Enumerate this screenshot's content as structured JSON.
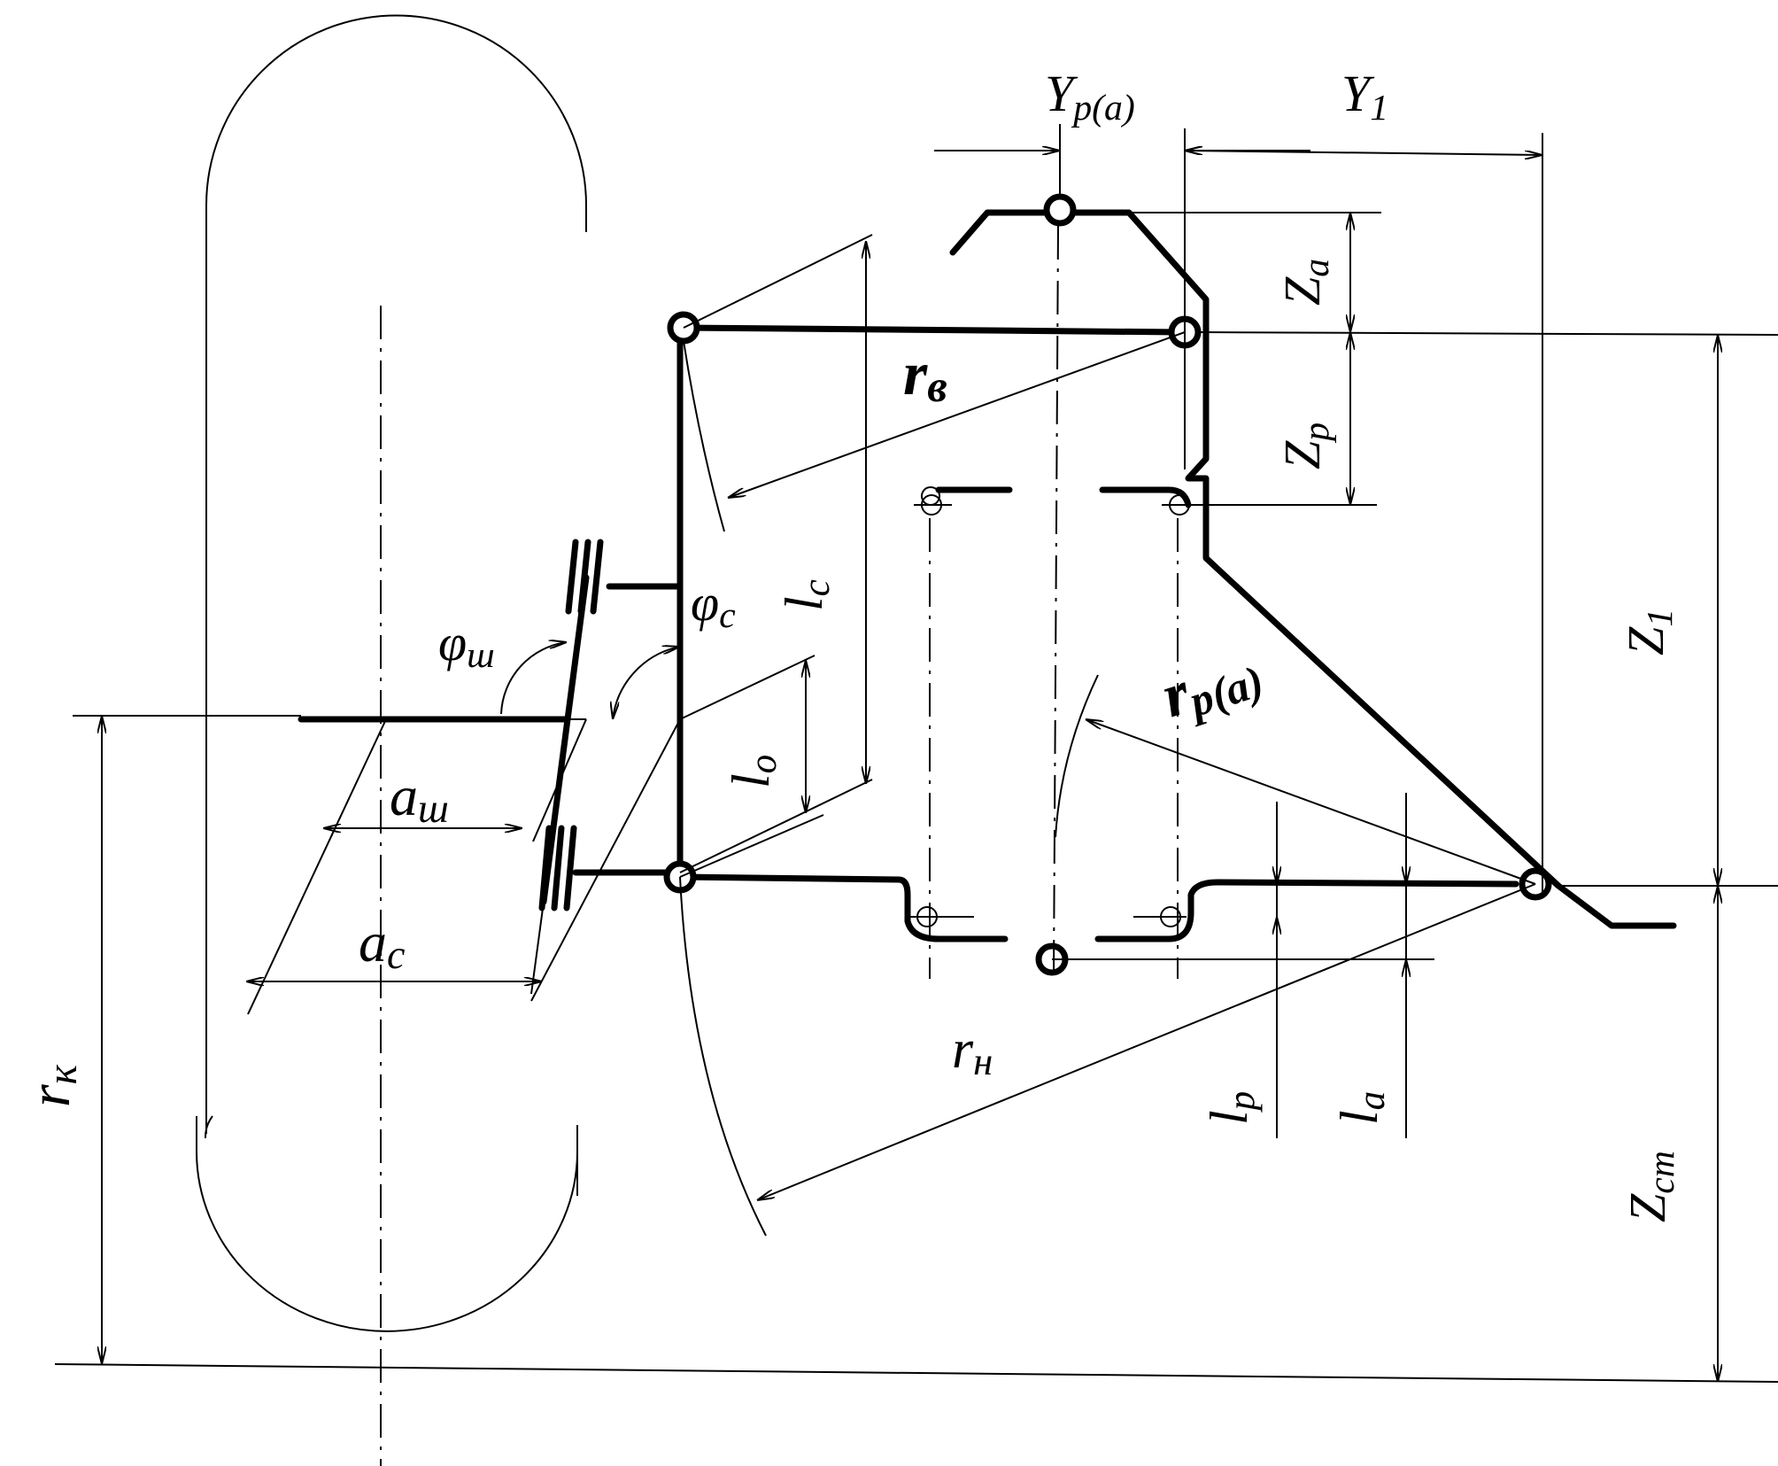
{
  "labels": {
    "y_pa": {
      "main": "Y",
      "sub": "p(a)"
    },
    "y_1": {
      "main": "Y",
      "sub": "1"
    },
    "z_a": {
      "main": "Z",
      "sub": "a"
    },
    "z_p": {
      "main": "Z",
      "sub": "p"
    },
    "z_1": {
      "main": "Z",
      "sub": "1"
    },
    "z_cm": {
      "main": "Z",
      "sub": "cm"
    },
    "r_v": {
      "main": "r",
      "sub": "в"
    },
    "r_pa": {
      "main": "r",
      "sub": "p(a)"
    },
    "r_n": {
      "main": "r",
      "sub": "н"
    },
    "r_k": {
      "main": "r",
      "sub": "к"
    },
    "l_c": {
      "main": "l",
      "sub": "c"
    },
    "l_o": {
      "main": "l",
      "sub": "o"
    },
    "l_p": {
      "main": "l",
      "sub": "p"
    },
    "l_a": {
      "main": "l",
      "sub": "a"
    },
    "phi_sh": {
      "main": "φ",
      "sub": "ш"
    },
    "phi_c": {
      "main": "φ",
      "sub": "c"
    },
    "a_sh": {
      "main": "a",
      "sub": "ш"
    },
    "a_c": {
      "main": "a",
      "sub": "c"
    }
  }
}
